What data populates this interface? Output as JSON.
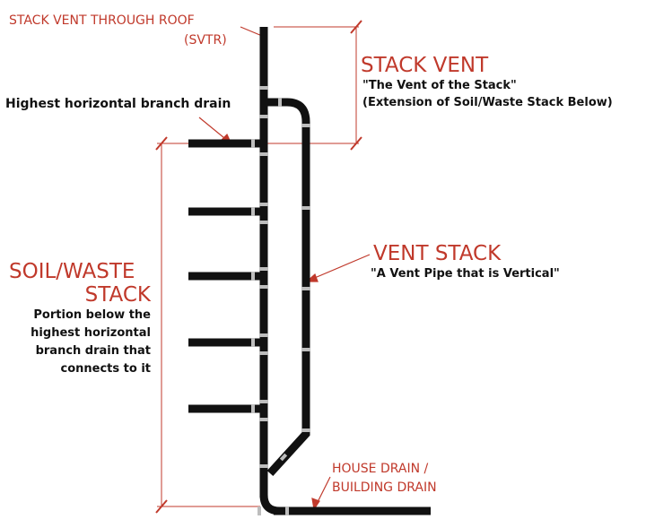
{
  "labels": {
    "svtr_line1": "STACK VENT THROUGH ROOF",
    "svtr_line2": "(SVTR)",
    "stack_vent_title": "STACK VENT",
    "stack_vent_quote": "\"The Vent of the Stack\"",
    "stack_vent_desc": "(Extension of Soil/Waste Stack Below)",
    "highest_branch": "Highest horizontal branch drain",
    "vent_stack_title": "VENT STACK",
    "vent_stack_quote": "\"A Vent Pipe that is Vertical\"",
    "soil_waste_line1": "SOIL/WASTE",
    "soil_waste_line2": "STACK",
    "soil_waste_desc": [
      "Portion below the",
      "highest horizontal",
      "branch drain that",
      "connects to it"
    ],
    "house_drain_line1": "HOUSE DRAIN /",
    "house_drain_line2": "BUILDING DRAIN"
  },
  "colors": {
    "annotation": "#c0392b",
    "pipe": "#111111",
    "coupling": "#bdbdbd",
    "text": "#111111"
  }
}
